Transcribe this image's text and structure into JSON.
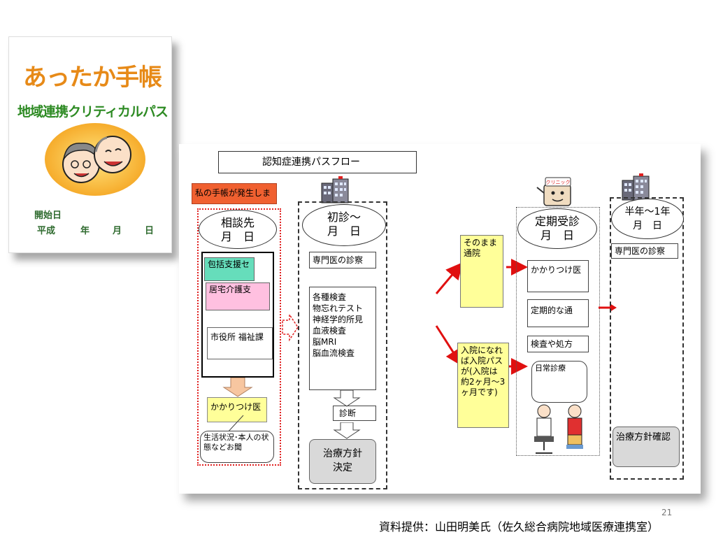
{
  "cover": {
    "title": "あったか手帳",
    "subtitle": "地域連携クリティカルパス",
    "start_label": "開始日",
    "era": "平成",
    "year": "年",
    "month": "月",
    "day": "日"
  },
  "flow": {
    "title": "認知症連携パスフロー",
    "trigger": "私の手帳が発生しま",
    "consult": {
      "heading_1": "相談先",
      "heading_2": "月　日",
      "items": [
        "包括支援セ",
        "居宅介護支",
        "市役所 福祉課"
      ],
      "gp": "かかりつけ医",
      "callout": "生活状況･本人の状態などお聞"
    },
    "first_visit": {
      "heading_1": "初診～",
      "heading_2": "月　日",
      "specialist": "専門医の診察",
      "tests": [
        "各種検査",
        "物忘れテスト",
        "神経学的所見",
        "血液検査",
        "脳MRI",
        "脳血流検査"
      ],
      "diagnosis": "診断",
      "treatment_1": "治療方針",
      "treatment_2": "決定"
    },
    "branch": {
      "outpatient_note": "そのまま通院",
      "inpatient_note": "入院になれば入院パスが(入院は約2ヶ月～3ヶ月です)"
    },
    "regular": {
      "heading_1": "定期受診",
      "heading_2": "月　日",
      "clinic_sign": "クリニック",
      "items": [
        "かかりつけ医",
        "定期的な通",
        "検査や処方"
      ],
      "daily": "日常診療"
    },
    "half_year": {
      "heading_1": "半年～1年",
      "heading_2": "月　日",
      "specialist": "専門医の診察",
      "review": "治療方針確認"
    }
  },
  "footer": {
    "page_number": "21",
    "credit": "資料提供：山田明美氏（佐久総合病院地域医療連携室）"
  },
  "colors": {
    "trigger_bg": "#f06030",
    "dotted_red": "#e02020",
    "arrow_red": "#e01010",
    "teal": "#66ddbb",
    "pink": "#ffc0e0",
    "yellow": "#ffff99",
    "gray_box": "#d9d9d9",
    "hollow_arrow": "#f7c6a0"
  }
}
